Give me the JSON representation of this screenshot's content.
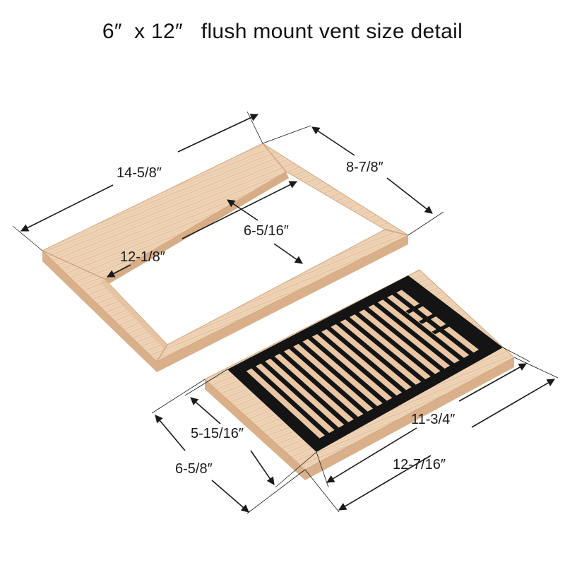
{
  "title": "6″  x 12″   flush mount vent size detail",
  "colors": {
    "wood_light": "#f4dcc3",
    "wood_mid": "#e7c4a2",
    "wood_dark": "#c99c76",
    "grille": "#141414",
    "line": "#1a1a1a"
  },
  "frame": {
    "outer_length": "14-5/8″",
    "outer_width": "8-7/8″",
    "inner_length": "12-1/8″",
    "inner_width": "6-5/16″"
  },
  "vent": {
    "face_width": "5-15/16″",
    "base_width": "6-5/8″",
    "face_length": "11-3/4″",
    "base_length": "12-7/16″"
  }
}
